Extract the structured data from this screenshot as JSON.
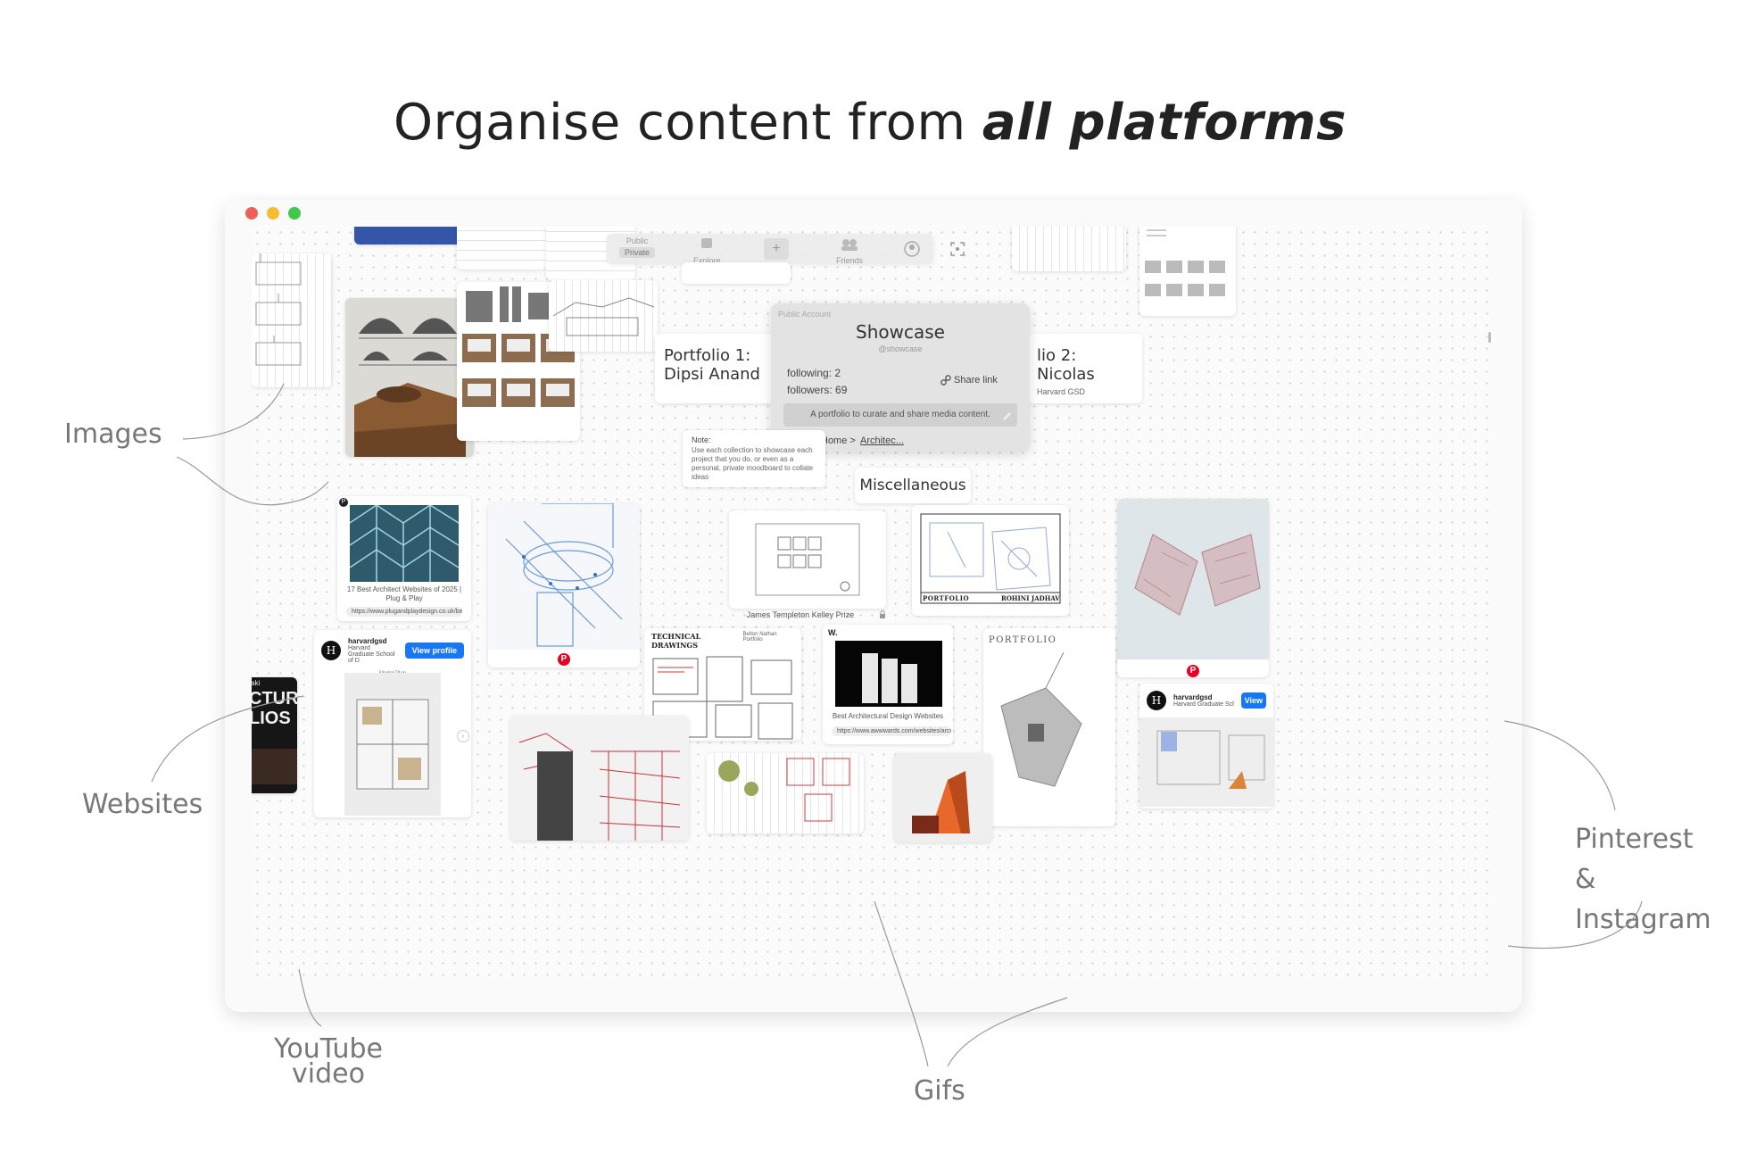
{
  "headline": {
    "regular": "Organise content from ",
    "emphasis": "all platforms"
  },
  "window": {
    "traffic_lights": [
      "#ee5f57",
      "#f6bd2f",
      "#3fc84a"
    ]
  },
  "toolbar": {
    "public_label": "Public",
    "private_label": "Private",
    "explore_label": "Explore",
    "add_label": "+",
    "friends_label": "Friends"
  },
  "profile": {
    "account_type": "Public Account",
    "name": "Showcase",
    "handle": "@showcase",
    "following": "following: 2",
    "followers": "followers: 69",
    "share_label": "Share link",
    "description": "A portfolio to curate and share media content.",
    "breadcrumb_home": "Home >",
    "breadcrumb_current": "Architec..."
  },
  "collections": {
    "portfolio1": "Portfolio 1: Dipsi Anand",
    "portfolio2": "lio 2: Nicolas",
    "portfolio2_sub": "Harvard GSD",
    "misc": "Miscellaneous"
  },
  "note": {
    "title": "Note:",
    "body": "Use each collection to showcase each project that you do, or even as a personal, private moodboard to collate ideas"
  },
  "cards": {
    "website1_title": "17 Best Architect Websites of 2025 | Plug & Play",
    "website1_url": "https://www.plugandplaydesign.co.uk/best...",
    "website2_title": "Best Architectural Design Websites",
    "website2_url": "https://www.awwwards.com/websites/archit...",
    "website2_logo": "W.",
    "ig_user": "harvardgsd",
    "ig_school": "Harvard Graduate School of D",
    "ig_view": "View profile",
    "ig_view_short": "View",
    "ig_caption": "Model Plan",
    "prize_caption": "James Templeton Kelley Prize",
    "tech_title": "TECHNICAL DRAWINGS",
    "tech_sub": "Belton Nathan Portfolio",
    "portfolio_cover": "PORTFOLIO",
    "portfolio_name": "ROHINI JADHAV",
    "portfolio_cover2": "PORTFOLIO",
    "yt_text1": "CTURE",
    "yt_text2": "LIOS",
    "yt_text3": "aki",
    "pin_glyph": "P"
  },
  "labels": {
    "images": "Images",
    "websites": "Websites",
    "youtube_line1": "YouTube",
    "youtube_line2": "video",
    "gifs": "Gifs",
    "pinterest_line1": "Pinterest",
    "pinterest_line2": "& Instagram"
  },
  "icons": [
    "explore-icon",
    "add-icon",
    "friends-icon",
    "avatar-icon",
    "fullscreen-icon",
    "share-link-icon",
    "edit-pencil-icon",
    "back-arrow-icon",
    "forward-arrow-icon",
    "pinterest-icon",
    "lock-icon"
  ],
  "colors": {
    "pinterest": "#e60023",
    "instagram_button": "#1877f2",
    "accent_blue": "#4a84d6"
  }
}
